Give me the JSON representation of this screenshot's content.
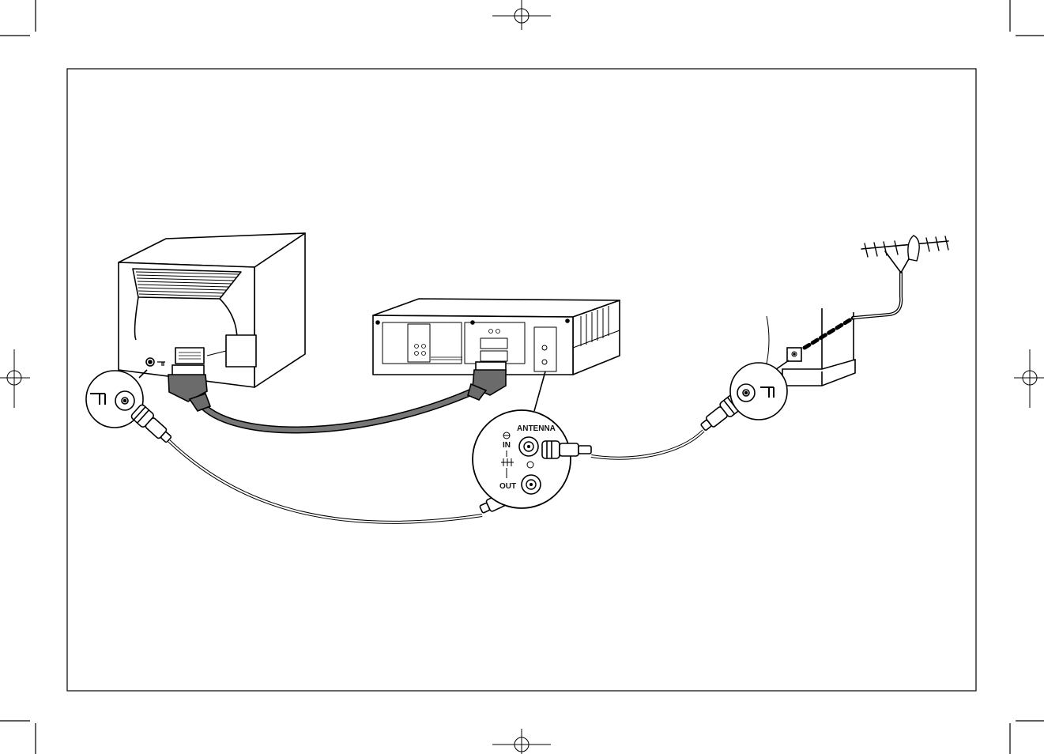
{
  "diagram": {
    "callout": {
      "heading": "ANTENNA",
      "port_in": "IN",
      "port_out": "OUT"
    },
    "colors": {
      "line": "#111111",
      "scart_cable": "#777777",
      "scart_connector": "#6b6b6b",
      "background": "#ffffff"
    },
    "components": [
      "tv-set",
      "video-recorder",
      "aerial",
      "wall-aerial-socket",
      "scart-cable",
      "coax-cable-tv",
      "coax-cable-aerial"
    ]
  }
}
